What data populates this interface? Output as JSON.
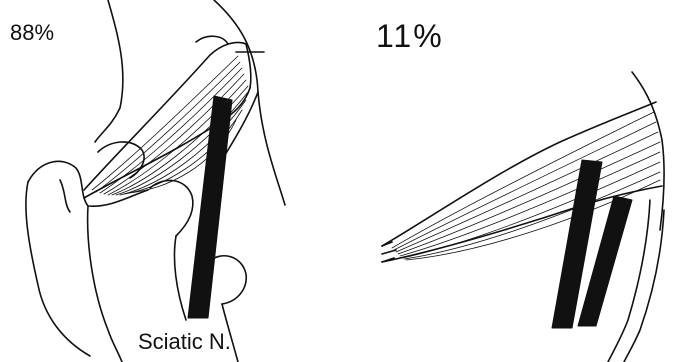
{
  "left_panel": {
    "percentage": "88%"
  },
  "right_panel": {
    "percentage": "11%"
  },
  "caption": {
    "nerve_label": "Sciatic N."
  },
  "colors": {
    "ink": "#111111",
    "background": "#ffffff"
  }
}
